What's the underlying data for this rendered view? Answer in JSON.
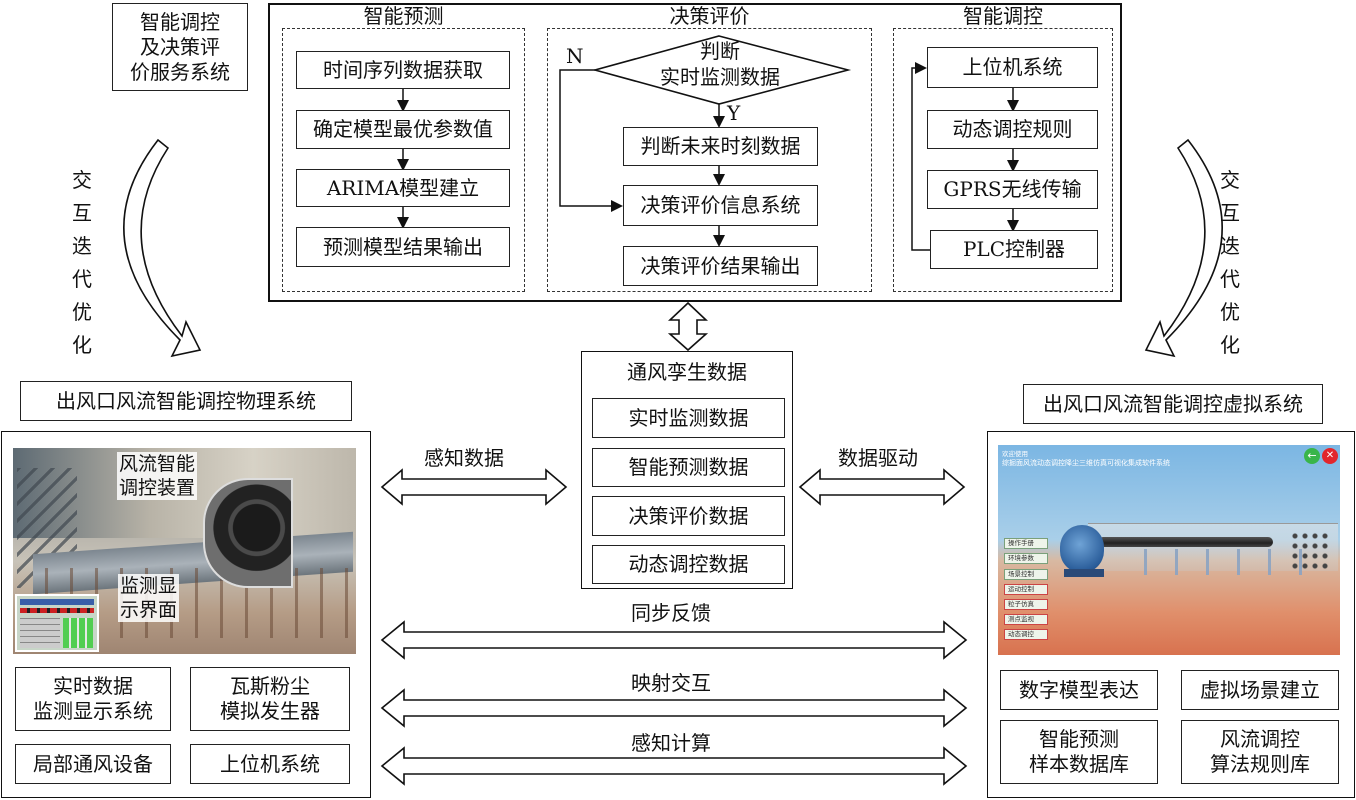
{
  "top_left_label": "智能调控\n及决策评\n价服务系统",
  "prediction": {
    "title": "智能预测",
    "steps": [
      "时间序列数据获取",
      "确定模型最优参数值",
      "ARIMA模型建立",
      "预测模型结果输出"
    ]
  },
  "decision": {
    "title": "决策评价",
    "diamond": "判断\n实时监测数据",
    "no_label": "N",
    "yes_label": "Y",
    "steps": [
      "判断未来时刻数据",
      "决策评价信息系统",
      "决策评价结果输出"
    ]
  },
  "control": {
    "title": "智能调控",
    "steps": [
      "上位机系统",
      "动态调控规则",
      "GPRS无线传输",
      "PLC控制器"
    ]
  },
  "iterate_left": "交互迭代优化",
  "iterate_right": "交互迭代优化",
  "twin": {
    "title": "通风孪生数据",
    "items": [
      "实时监测数据",
      "智能预测数据",
      "决策评价数据",
      "动态调控数据"
    ]
  },
  "physical": {
    "title": "出风口风流智能调控物理系统",
    "photo_label_device": "风流智能\n调控装置",
    "photo_label_monitor": "监测显\n示界面",
    "modules": [
      "实时数据\n监测显示系统",
      "瓦斯粉尘\n模拟发生器",
      "局部通风设备",
      "上位机系统"
    ]
  },
  "virtual": {
    "title": "出风口风流智能调控虚拟系统",
    "screen_welcome": "欢迎使用",
    "screen_title": "综掘面风流动态调控降尘三维仿真可视化集成软件系统",
    "screen_menu": [
      "操作手册",
      "环境参数",
      "场景控制",
      "运动控制",
      "粒子仿真",
      "测点监视",
      "动态调控"
    ],
    "modules": [
      "数字模型表达",
      "虚拟场景建立",
      "智能预测\n样本数据库",
      "风流调控\n算法规则库"
    ]
  },
  "arrows": {
    "sense_data": "感知数据",
    "data_drive": "数据驱动",
    "sync_feedback": "同步反馈",
    "map_interact": "映射交互",
    "sense_compute": "感知计算"
  }
}
